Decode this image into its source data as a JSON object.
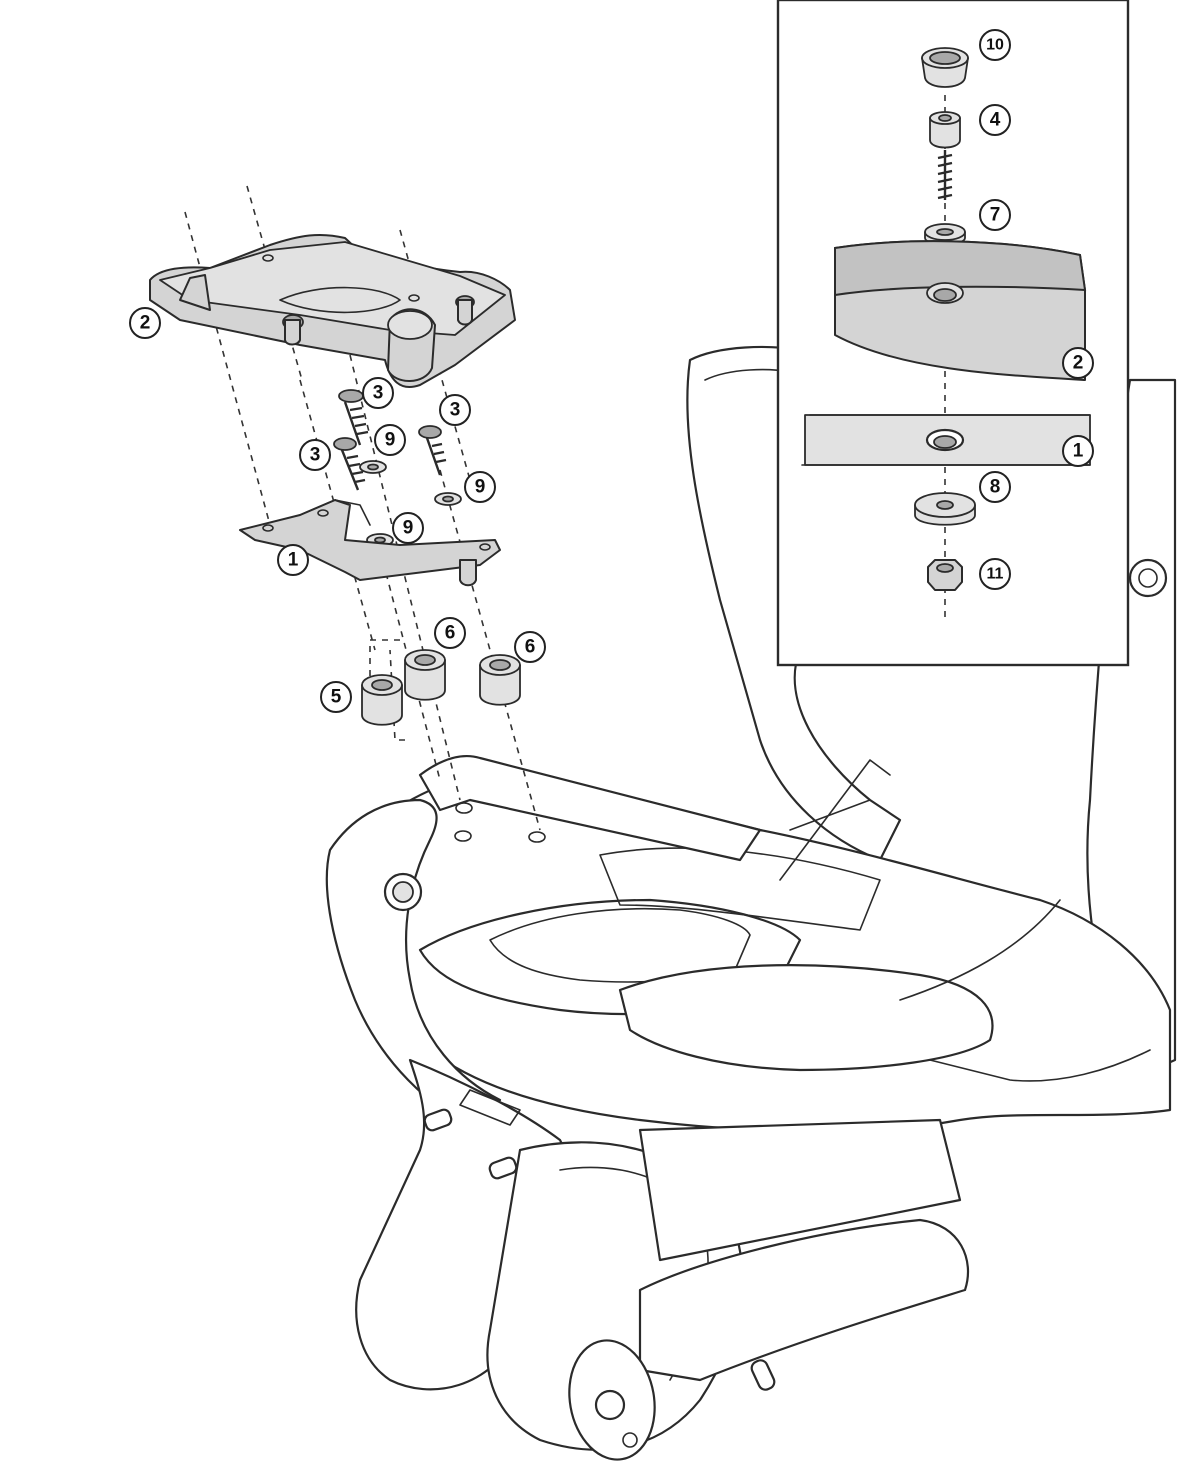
{
  "callouts": {
    "c1_main": "1",
    "c2_main": "2",
    "c3_a": "3",
    "c3_b": "3",
    "c3_c": "3",
    "c9_a": "9",
    "c9_b": "9",
    "c9_c": "9",
    "c6_a": "6",
    "c6_b": "6",
    "c5": "5",
    "c10_inset": "10",
    "c4_inset": "4",
    "c7_inset": "7",
    "c2_inset": "2",
    "c1_inset": "1",
    "c8_inset": "8",
    "c11_inset": "11"
  },
  "colors": {
    "part_grey": "#d4d4d4",
    "line": "#2b2b2b",
    "background": "#ffffff"
  }
}
